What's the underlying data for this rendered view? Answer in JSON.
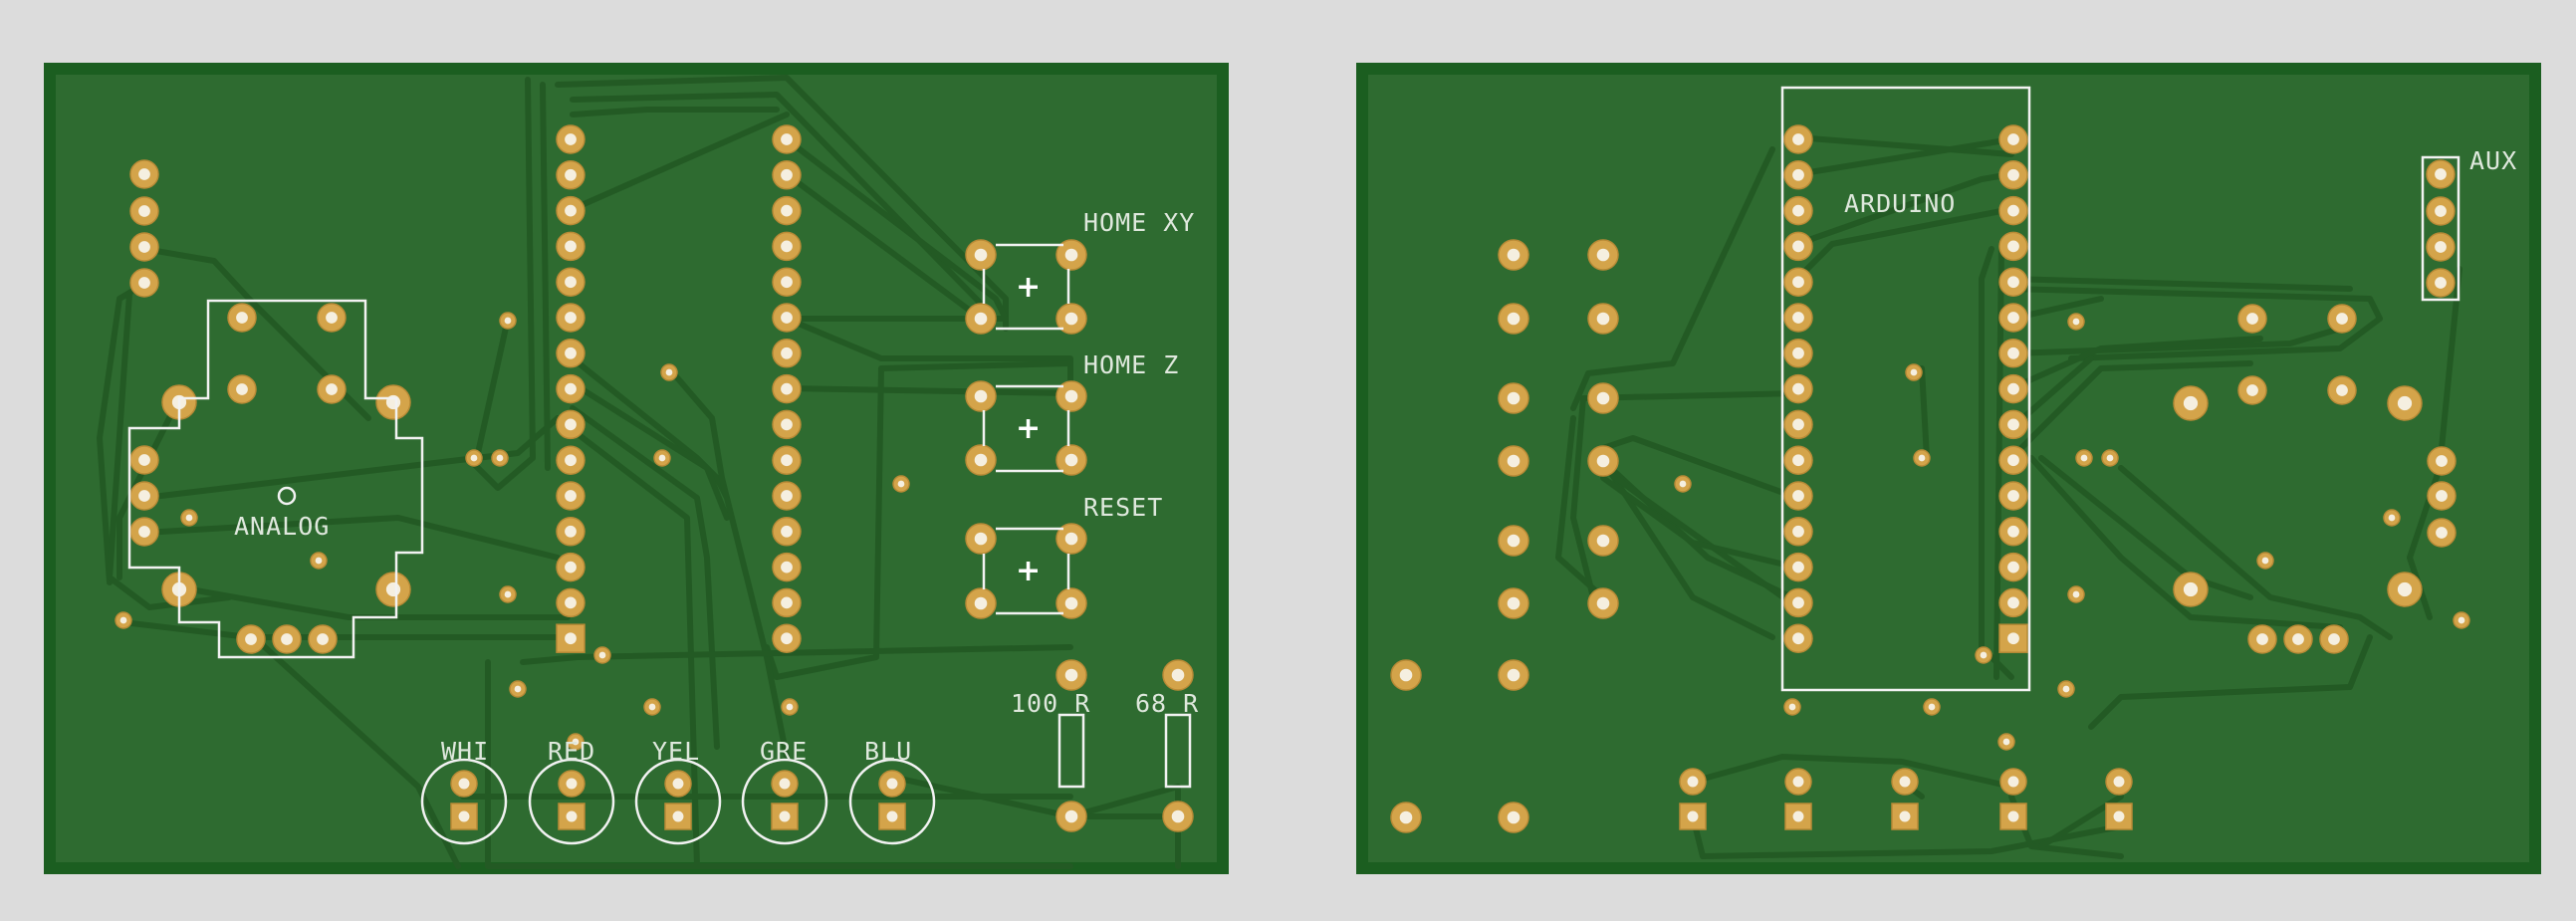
{
  "boards": {
    "top": {
      "labels": {
        "analog": "ANALOG",
        "home_xy": "HOME XY",
        "home_z": "HOME Z",
        "reset": "RESET",
        "resistor_100r": "100 R",
        "resistor_68r": "68 R",
        "whi": "WHI",
        "red": "RED",
        "yel": "YEL",
        "gre": "GRE",
        "blu": "BLU"
      },
      "button_symbol": "+"
    },
    "bottom": {
      "labels": {
        "arduino": "ARDUINO",
        "aux": "AUX"
      }
    }
  },
  "colors": {
    "background": "#dcdcdc",
    "board_edge": "#1b5e20",
    "copper_fill": "#2e6b30",
    "trace": "#235a24",
    "pad": "#d4a44a",
    "pad_hole": "#f5efe0",
    "silkscreen": "#f2f2f2"
  }
}
